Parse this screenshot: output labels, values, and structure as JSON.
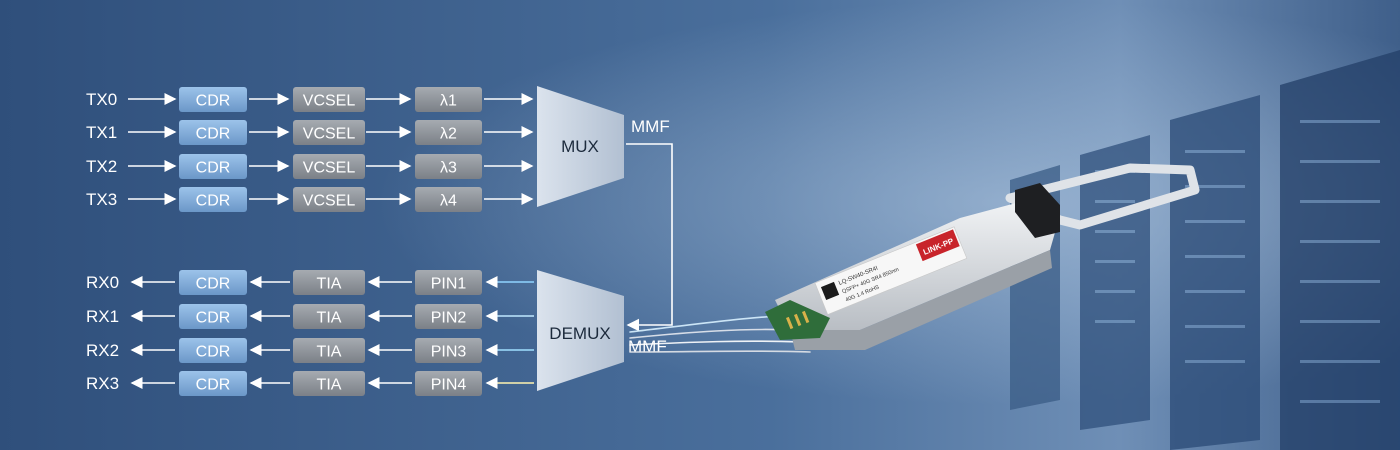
{
  "tx": {
    "lanes": [
      {
        "signal": "TX0",
        "cdr": "CDR",
        "laser": "VCSEL",
        "wavelength": "λ1"
      },
      {
        "signal": "TX1",
        "cdr": "CDR",
        "laser": "VCSEL",
        "wavelength": "λ2"
      },
      {
        "signal": "TX2",
        "cdr": "CDR",
        "laser": "VCSEL",
        "wavelength": "λ3"
      },
      {
        "signal": "TX3",
        "cdr": "CDR",
        "laser": "VCSEL",
        "wavelength": "λ4"
      }
    ],
    "mux_label": "MUX",
    "fiber_label": "MMF"
  },
  "rx": {
    "lanes": [
      {
        "signal": "RX0",
        "cdr": "CDR",
        "amp": "TIA",
        "detector": "PIN1"
      },
      {
        "signal": "RX1",
        "cdr": "CDR",
        "amp": "TIA",
        "detector": "PIN2"
      },
      {
        "signal": "RX2",
        "cdr": "CDR",
        "amp": "TIA",
        "detector": "PIN3"
      },
      {
        "signal": "RX3",
        "cdr": "CDR",
        "amp": "TIA",
        "detector": "PIN4"
      }
    ],
    "demux_label": "DEMUX",
    "fiber_label": "MMF"
  },
  "module": {
    "brand_label": "LINK-PP",
    "product_lines": [
      "LQ-SW40-SR4I",
      "QSFP+ 40G SR4 850nm",
      "40G 1.4 RoHS"
    ]
  },
  "colors": {
    "cdr_box": "#7aa7d6",
    "gray_box": "#8a8f96",
    "mux_shape": "#c4cfdd",
    "arrow": "#ffffff",
    "fiber_glow": "#bfe8ff",
    "brand_red": "#c8242b"
  }
}
